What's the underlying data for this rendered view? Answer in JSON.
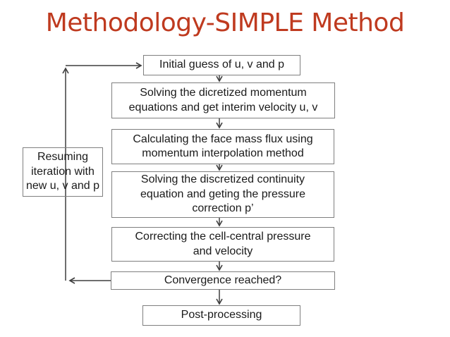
{
  "title": {
    "text": "Methodology-SIMPLE Method"
  },
  "colors": {
    "title_color": "#bf3a1f",
    "box_border": "#7f7f7f",
    "connector": "#3f3f3f",
    "text_color": "#1a1a1a",
    "slide_bg": "#ffffff"
  },
  "flowchart": {
    "steps": [
      {
        "label": "Initial guess of u, v and p"
      },
      {
        "label": "Solving the dicretized momentum\nequations and get interim velocity u, v"
      },
      {
        "label": "Calculating the face mass flux using\nmomentum interpolation method"
      },
      {
        "label": "Solving the discretized continuity\nequation and geting the pressure\ncorrection p’"
      },
      {
        "label": "Correcting the cell-central pressure\nand velocity"
      },
      {
        "label": "Convergence reached?"
      },
      {
        "label": "Post-processing"
      }
    ],
    "loop_label": "Resuming\niteration with\nnew u, v and p"
  }
}
